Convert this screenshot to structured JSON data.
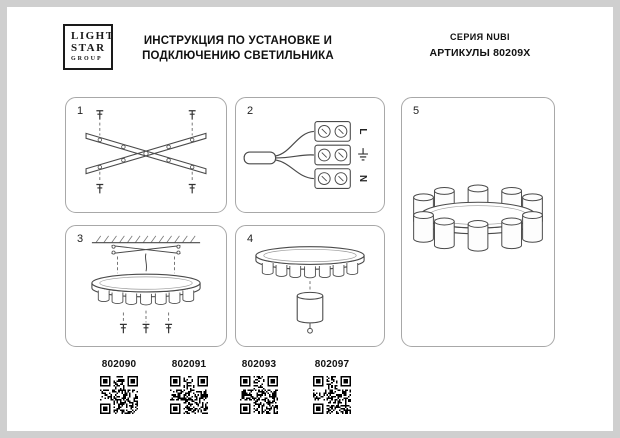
{
  "header": {
    "logo": {
      "line1": "LIGHT",
      "line2": "STAR",
      "line3": "GROUP"
    },
    "title_line1": "ИНСТРУКЦИЯ ПО УСТАНОВКЕ И",
    "title_line2": "ПОДКЛЮЧЕНИЮ СВЕТИЛЬНИКА",
    "series": "СЕРИЯ NUBI",
    "articles_label": "АРТИКУЛЫ 80209X"
  },
  "steps": [
    {
      "number": "1"
    },
    {
      "number": "2"
    },
    {
      "number": "3"
    },
    {
      "number": "4"
    },
    {
      "number": "5"
    }
  ],
  "wiring": {
    "line_label": "L",
    "neutral_label": "N",
    "ground_icon": "earth-ground-symbol"
  },
  "articles": [
    {
      "code": "802090"
    },
    {
      "code": "802091"
    },
    {
      "code": "802093"
    },
    {
      "code": "802097"
    }
  ],
  "colors": {
    "background": "#cfcfcf",
    "paper": "#ffffff",
    "panel_border": "#a8a8a8",
    "line": "#4a4a4a",
    "text": "#111111"
  }
}
